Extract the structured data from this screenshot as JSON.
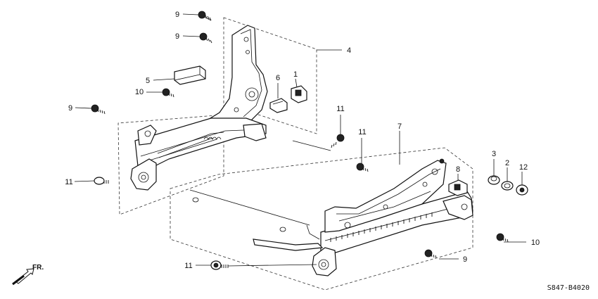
{
  "callouts": [
    "9",
    "9",
    "4",
    "5",
    "6",
    "1",
    "10",
    "9",
    "11",
    "11",
    "7",
    "3",
    "2",
    "12",
    "8",
    "11",
    "10",
    "11",
    "9"
  ],
  "orientation_label": "FR.",
  "diagram_code": "S847-B4020"
}
